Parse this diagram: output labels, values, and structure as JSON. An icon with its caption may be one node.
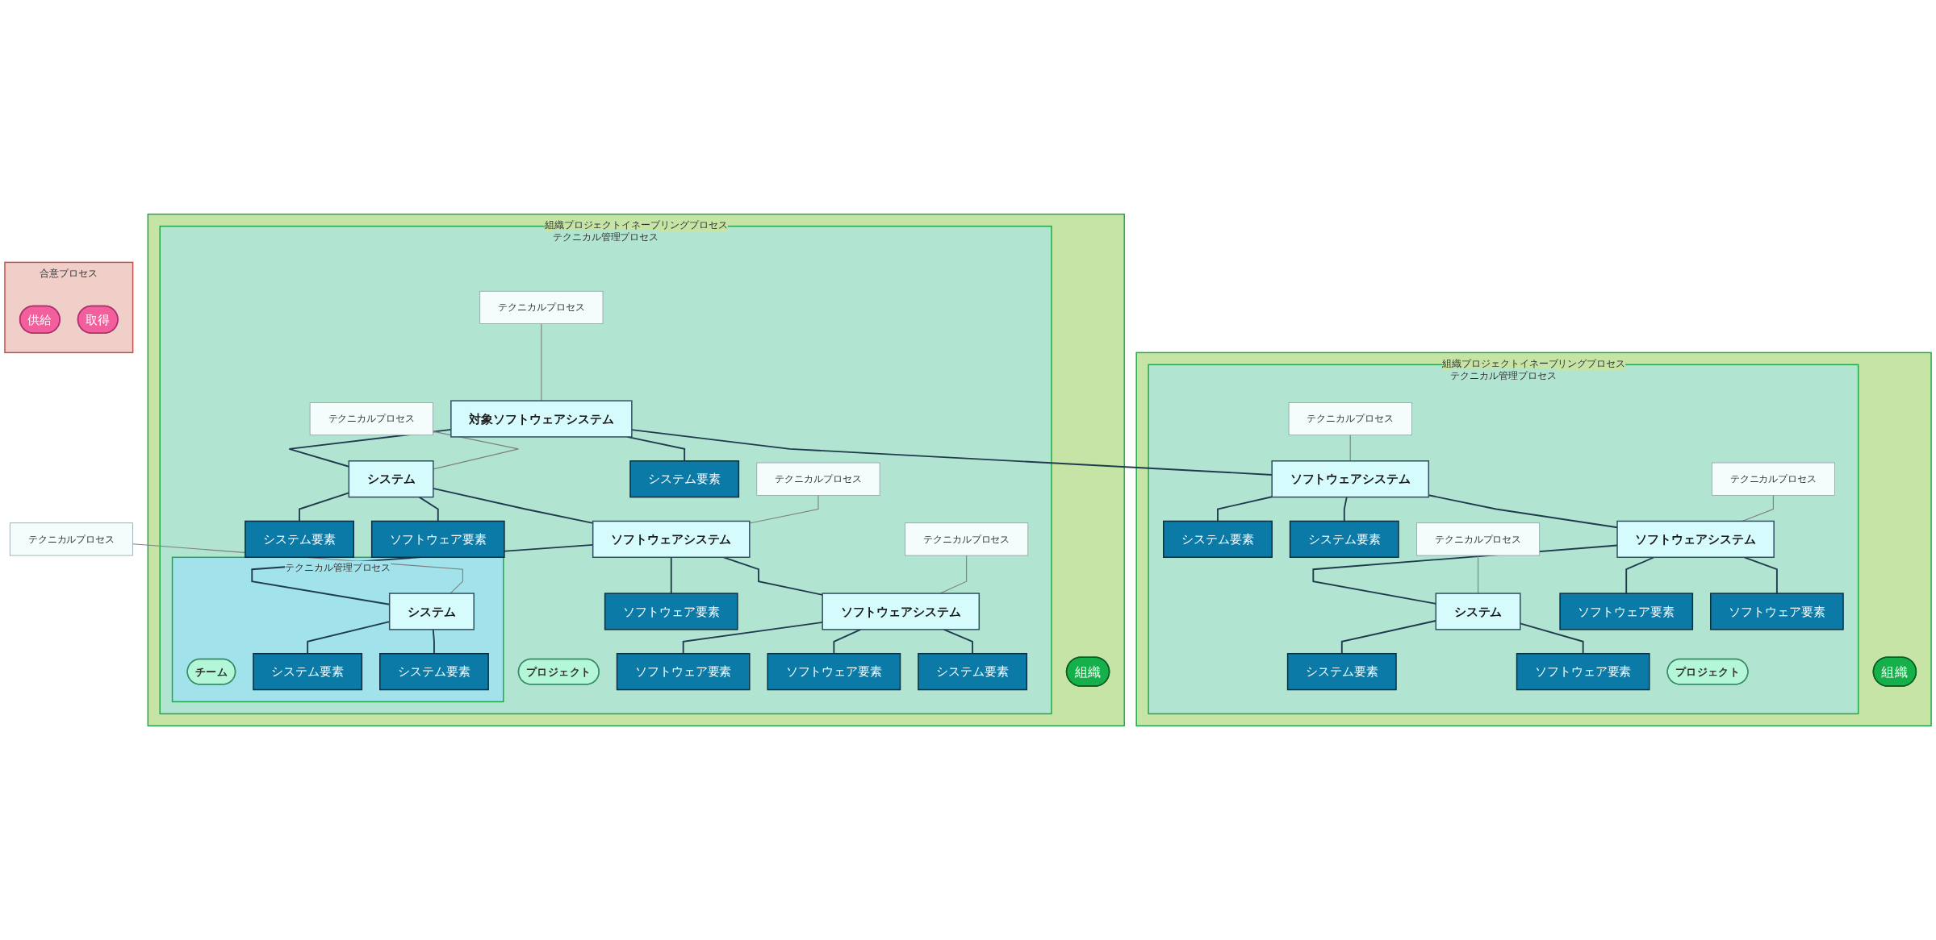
{
  "diagram": {
    "nodes": [
      {
        "text": [
          "組織プロジェクトイネーブリングプロセス"
        ]
      },
      {
        "text": [
          "テクニカル管理プロセス"
        ],
        "in": 0
      },
      {
        "text": [
          "ソフトウェアシステム"
        ],
        "in": 1
      },
      {
        "text": [
          "テクニカルプロセス"
        ],
        "in": 1
      },
      {
        "text": [
          "システム要素"
        ],
        "in": 1
      },
      {
        "text": [
          "システム要素"
        ],
        "in": 1
      },
      {
        "text": [
          "ソフトウェアシステム"
        ],
        "in": 1
      },
      {
        "text": [
          "テクニカルプロセス"
        ],
        "in": 1
      },
      {
        "text": [
          "テクニカルプロセス"
        ],
        "in": 1
      },
      {
        "text": [
          "システム"
        ],
        "in": 1
      },
      {
        "text": [
          "ソフトウェア要素"
        ],
        "in": 1
      },
      {
        "text": [
          "ソフトウェア要素"
        ],
        "in": 1
      },
      {
        "text": [
          "システム要素"
        ],
        "in": 1
      },
      {
        "text": [
          "ソフトウェア要素"
        ],
        "in": 1
      },
      {
        "text": [
          "プロジェクト"
        ],
        "in": 1
      },
      {
        "text": [
          "組織"
        ],
        "in": 0
      },
      {
        "text": [
          "組織プロジェクトイネーブリングプロセス"
        ]
      },
      {
        "text": [
          "テクニカル管理プロセス"
        ],
        "in": 16
      },
      {
        "text": [
          "対象ソフトウェアシステム"
        ],
        "in": 17
      },
      {
        "text": [
          "テクニカルプロセス"
        ],
        "in": 17
      },
      {
        "text": [
          "プロジェクト"
        ],
        "in": 17
      },
      {
        "text": [
          "システム"
        ],
        "in": 17
      },
      {
        "text": [
          "テクニカルプロセス"
        ],
        "in": 17
      },
      {
        "text": [
          "システム要素"
        ],
        "in": 17
      },
      {
        "text": [
          "システム要素"
        ],
        "in": 17
      },
      {
        "text": [
          "ソフトウェア要素"
        ],
        "in": 17
      },
      {
        "text": [
          "ソフトウェアシステム"
        ],
        "in": 17
      },
      {
        "text": [
          "テクニカルプロセス"
        ],
        "in": 17
      },
      {
        "text": [
          "テクニカル管理プロセス"
        ],
        "in": 17
      },
      {
        "text": [
          "テクニカルプロセス"
        ]
      },
      {
        "text": [
          "システム"
        ],
        "in": 28
      },
      {
        "text": [
          "チーム"
        ],
        "in": 28
      },
      {
        "text": [
          "システム要素"
        ],
        "in": 28
      },
      {
        "text": [
          "システム要素"
        ],
        "in": 28
      },
      {
        "text": [
          "ソフトウェア要素"
        ],
        "in": 17
      },
      {
        "text": [
          "ソフトウェアシステム"
        ],
        "in": 17
      },
      {
        "text": [
          "テクニカルプロセス"
        ],
        "in": 17
      },
      {
        "text": [
          "ソフトウェア要素"
        ],
        "in": 17
      },
      {
        "text": [
          "ソフトウェア要素"
        ],
        "in": 17
      },
      {
        "text": [
          "システム要素"
        ],
        "in": 17
      },
      {
        "text": [
          "組織"
        ],
        "in": 16
      },
      {
        "text": [
          "合意プロセス"
        ]
      },
      {
        "text": [
          "供給"
        ],
        "in": 41
      },
      {
        "text": [
          "取得"
        ],
        "in": 41
      }
    ],
    "edges": [
      {
        "from": 18,
        "to": 2,
        "arrow": "none"
      },
      {
        "from": 18,
        "to": 21,
        "arrow": "none"
      },
      {
        "from": 18,
        "to": 23,
        "arrow": "none"
      },
      {
        "from": 19,
        "to": 18,
        "arrow": "none",
        "color": "#7f7f7f"
      },
      {
        "from": 2,
        "to": 4,
        "arrow": "none"
      },
      {
        "from": 2,
        "to": 5,
        "arrow": "none"
      },
      {
        "from": 2,
        "to": 6,
        "arrow": "none"
      },
      {
        "from": 3,
        "to": 2,
        "arrow": "none",
        "color": "#7f7f7f"
      },
      {
        "from": 6,
        "to": 9,
        "arrow": "none"
      },
      {
        "from": 6,
        "to": 10,
        "arrow": "none"
      },
      {
        "from": 6,
        "to": 11,
        "arrow": "none"
      },
      {
        "from": 7,
        "to": 6,
        "arrow": "none",
        "color": "#7f7f7f"
      },
      {
        "from": 9,
        "to": 12,
        "arrow": "none"
      },
      {
        "from": 9,
        "to": 13,
        "arrow": "none"
      },
      {
        "from": 8,
        "to": 9,
        "arrow": "none",
        "color": "#7f7f7f"
      },
      {
        "from": 21,
        "to": 24,
        "arrow": "none"
      },
      {
        "from": 21,
        "to": 25,
        "arrow": "none"
      },
      {
        "from": 21,
        "to": 26,
        "arrow": "none"
      },
      {
        "from": 22,
        "to": 21,
        "arrow": "none",
        "color": "#7f7f7f"
      },
      {
        "from": 26,
        "to": 30,
        "arrow": "none"
      },
      {
        "from": 26,
        "to": 34,
        "arrow": "none"
      },
      {
        "from": 26,
        "to": 35,
        "arrow": "none"
      },
      {
        "from": 27,
        "to": 26,
        "arrow": "none",
        "color": "#7f7f7f"
      },
      {
        "from": 30,
        "to": 32,
        "arrow": "none"
      },
      {
        "from": 30,
        "to": 33,
        "arrow": "none"
      },
      {
        "from": 29,
        "to": 30,
        "arrow": "none",
        "color": "#7f7f7f"
      },
      {
        "from": 35,
        "to": 37,
        "arrow": "none"
      },
      {
        "from": 35,
        "to": 38,
        "arrow": "none"
      },
      {
        "from": 35,
        "to": 39,
        "arrow": "none"
      },
      {
        "from": 36,
        "to": 35,
        "arrow": "none",
        "color": "#7f7f7f"
      }
    ]
  }
}
